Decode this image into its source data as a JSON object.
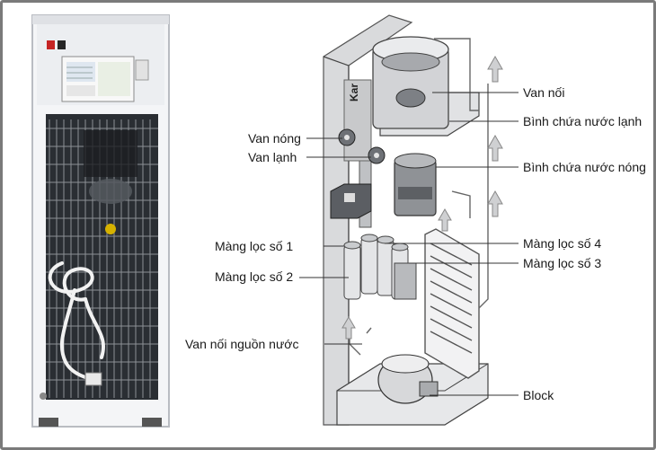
{
  "labels": {
    "van_noi": "Van nối",
    "binh_lanh": "Bình chứa nước lạnh",
    "van_nong": "Van nóng",
    "van_lanh": "Van lạnh",
    "binh_nong": "Bình chứa nước nóng",
    "mang_loc_1": "Màng lọc số 1",
    "mang_loc_4": "Màng lọc số 4",
    "mang_loc_3": "Màng lọc số 3",
    "mang_loc_2": "Màng lọc số 2",
    "van_noi_nguon": "Van nối nguồn nước",
    "block": "Block"
  },
  "brand_fragment": "Kar",
  "colors": {
    "frame_border": "#7a7a7a",
    "leader_line": "#333333",
    "housing": "#e8e8ea",
    "metal": "#b5b5b8"
  }
}
